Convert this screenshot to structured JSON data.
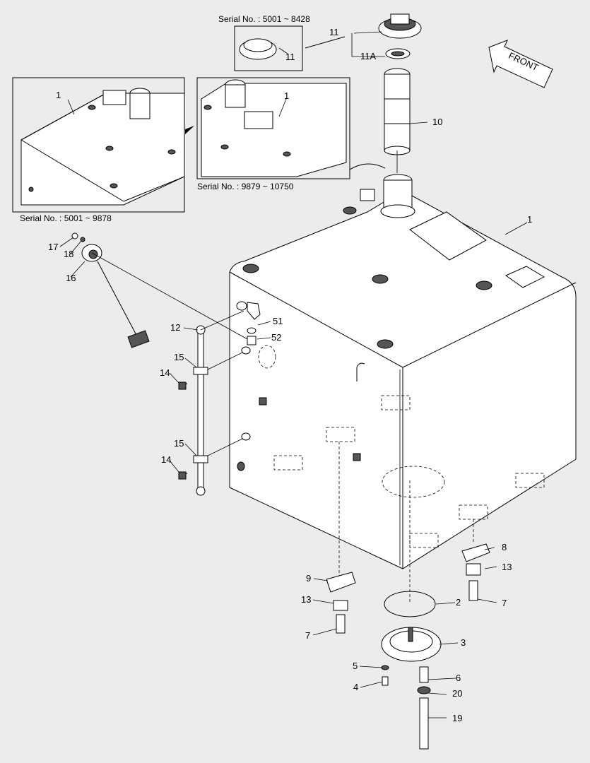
{
  "serials": {
    "top": "Serial No. : 5001 ~ 8428",
    "mid": "Serial No. : 9879 ~ 10750",
    "left": "Serial No. : 5001 ~ 9878"
  },
  "front_label": "FRONT",
  "callouts": {
    "p1a": "1",
    "p1b": "1",
    "p1c": "1",
    "p2": "2",
    "p3": "3",
    "p4": "4",
    "p5": "5",
    "p6": "6",
    "p7a": "7",
    "p7b": "7",
    "p8": "8",
    "p9": "9",
    "p10": "10",
    "p11a": "11",
    "p11b": "11",
    "p11A": "11A",
    "p12": "12",
    "p13a": "13",
    "p13b": "13",
    "p14a": "14",
    "p14b": "14",
    "p15a": "15",
    "p15b": "15",
    "p16": "16",
    "p17": "17",
    "p18": "18",
    "p19": "19",
    "p20": "20",
    "p51": "51",
    "p52": "52"
  }
}
